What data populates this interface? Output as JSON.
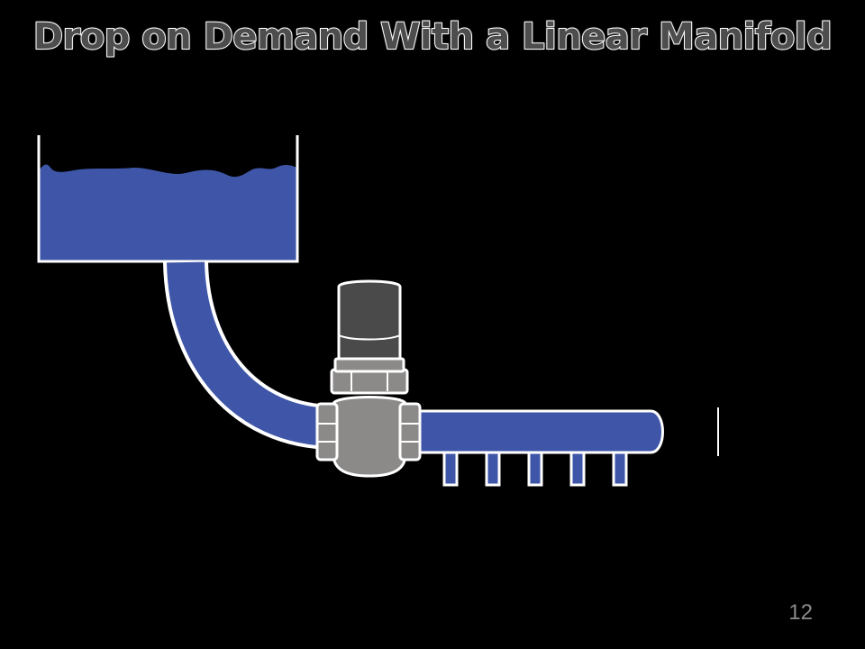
{
  "slide": {
    "title": "Drop on Demand With a Linear Manifold",
    "page_number": "12"
  },
  "colors": {
    "background": "#000000",
    "fluid": "#3f56a8",
    "outline": "#ffffff",
    "valve_body": "#8c8a88",
    "actuator": "#4a4a4a",
    "title_fill": "#4d4d4d"
  },
  "icons": {
    "reservoir": "reservoir-tank-icon",
    "valve": "solenoid-valve-icon",
    "manifold": "linear-manifold-icon"
  },
  "manifold": {
    "nozzle_count": 5
  }
}
